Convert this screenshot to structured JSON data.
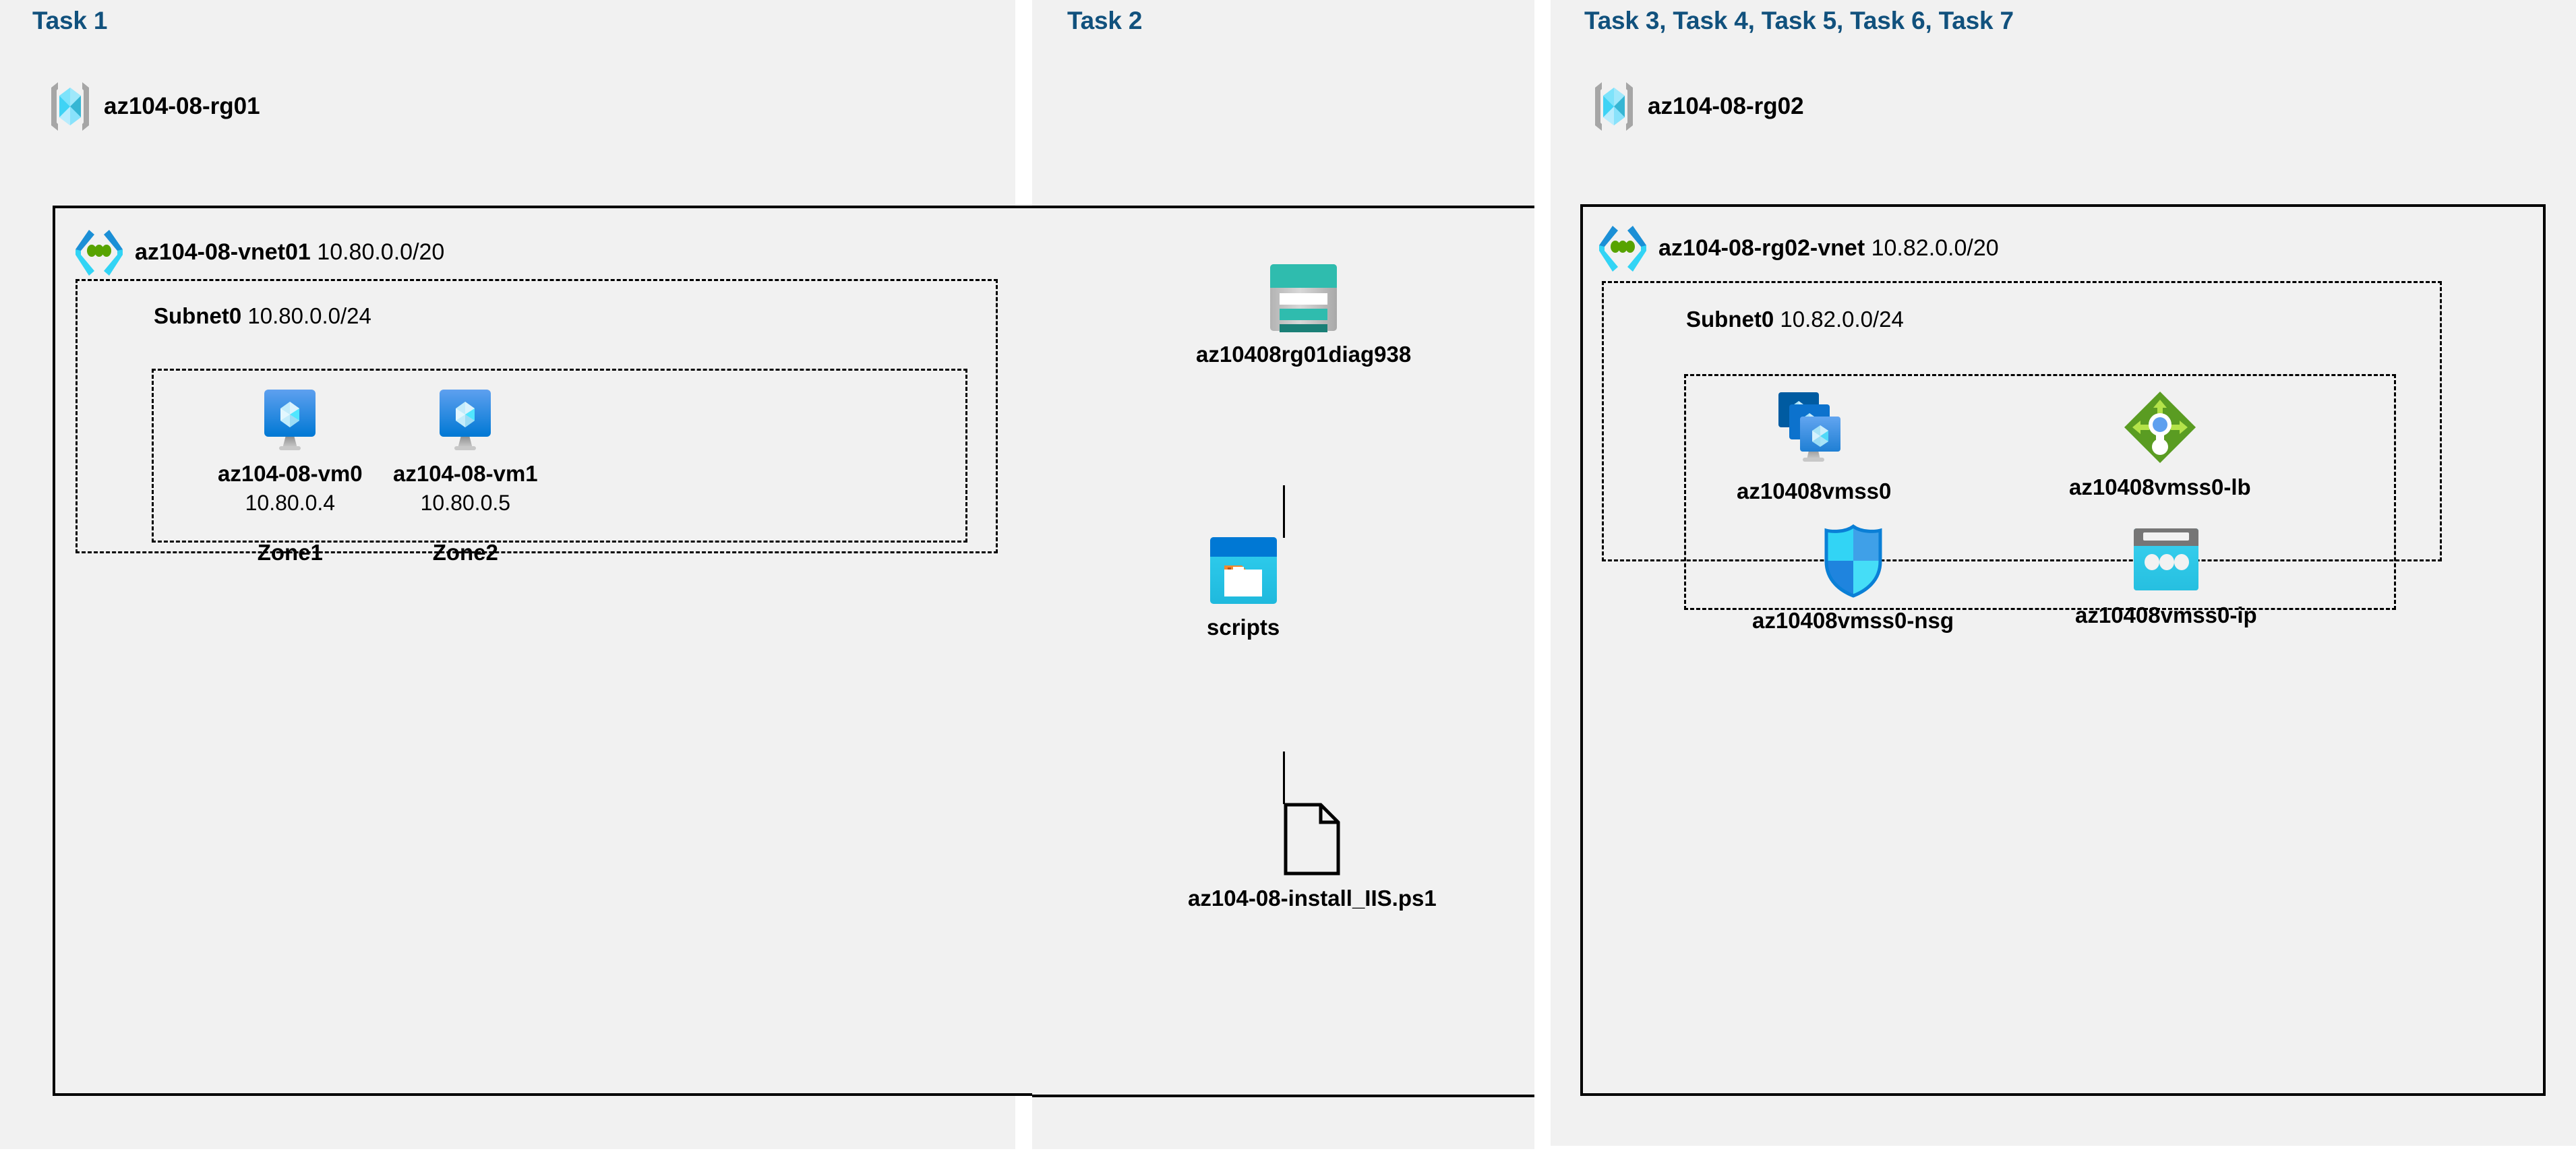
{
  "columns": [
    {
      "id": "task1",
      "title": "Task 1"
    },
    {
      "id": "task2",
      "title": "Task 2"
    },
    {
      "id": "task367",
      "title": "Task 3, Task 4, Task 5, Task 6, Task 7"
    }
  ],
  "resource_groups": [
    {
      "name": "az104-08-rg01",
      "icon": "resource-group-icon"
    },
    {
      "name": "az104-08-rg02",
      "icon": "resource-group-icon"
    }
  ],
  "vnets": [
    {
      "name": "az104-08-vnet01",
      "cidr": "10.80.0.0/20",
      "icon": "virtual-network-icon"
    },
    {
      "name": "az104-08-rg02-vnet",
      "cidr": "10.82.0.0/20",
      "icon": "virtual-network-icon"
    }
  ],
  "subnets": [
    {
      "name": "Subnet0",
      "cidr": "10.80.0.0/24"
    },
    {
      "name": "Subnet0",
      "cidr": "10.82.0.0/24"
    }
  ],
  "vms": [
    {
      "name": "az104-08-vm0",
      "ip": "10.80.0.4",
      "zone": "Zone1",
      "icon": "virtual-machine-icon"
    },
    {
      "name": "az104-08-vm1",
      "ip": "10.80.0.5",
      "zone": "Zone2",
      "icon": "virtual-machine-icon"
    }
  ],
  "storage": {
    "account": {
      "name": "az10408rg01diag938",
      "icon": "storage-account-icon"
    },
    "container": {
      "name": "scripts",
      "icon": "blob-container-icon"
    },
    "file": {
      "name": "az104-08-install_IIS.ps1",
      "icon": "script-file-icon"
    }
  },
  "vmss_resources": [
    {
      "name": "az10408vmss0",
      "icon": "vm-scale-set-icon"
    },
    {
      "name": "az10408vmss0-lb",
      "icon": "load-balancer-icon"
    },
    {
      "name": "az10408vmss0-nsg",
      "icon": "network-security-group-icon"
    },
    {
      "name": "az10408vmss0-ip",
      "icon": "public-ip-address-icon"
    }
  ],
  "colors": {
    "panel_background": "#f1f1f1",
    "task_title": "#11517d",
    "border": "#000000",
    "azure_blue": "#0078d4",
    "azure_cyan": "#32d4f5",
    "teal": "#2fbcae",
    "green": "#6fb22c",
    "gray": "#a0a0a0"
  }
}
